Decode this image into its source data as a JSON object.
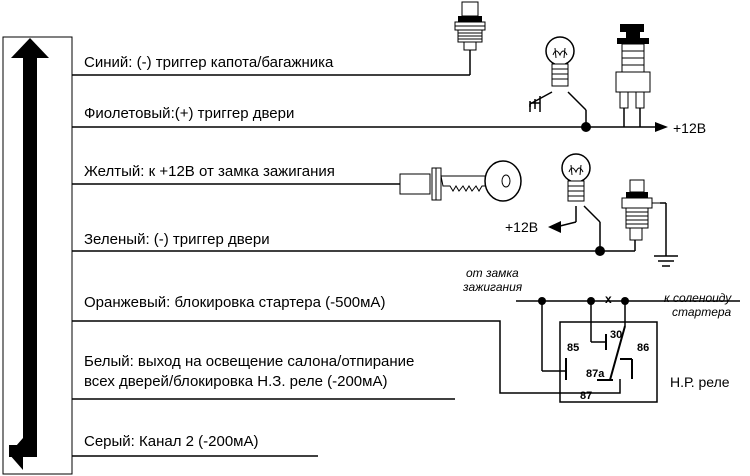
{
  "wires": {
    "blue": "Синий: (-) триггер капота/багажника",
    "violet": "Фиолетовый:(+) триггер двери",
    "yellow": "Желтый: к +12В от замка зажигания",
    "green": "Зеленый: (-) триггер двери",
    "orange": "Оранжевый: блокировка стартера (-500мА)",
    "white_line1": "Белый: выход на освещение салона/отпирание",
    "white_line2": "всех дверей/блокировка Н.З. реле (-200мА)",
    "gray": "Серый: Канал 2 (-200мА)"
  },
  "power": {
    "violet_plus": "+12В",
    "green_plus": "+12В"
  },
  "relay": {
    "from_ignition_line1": "от замка",
    "from_ignition_line2": "зажигания",
    "to_solenoid_line1": "к соленоиду",
    "to_solenoid_line2": "стартера",
    "cut_mark": "x",
    "pin_85": "85",
    "pin_30": "30",
    "pin_86": "86",
    "pin_87a": "87a",
    "pin_87": "87",
    "caption": "Н.Р. реле"
  },
  "colors": {
    "ink": "#000000",
    "background": "#ffffff"
  }
}
